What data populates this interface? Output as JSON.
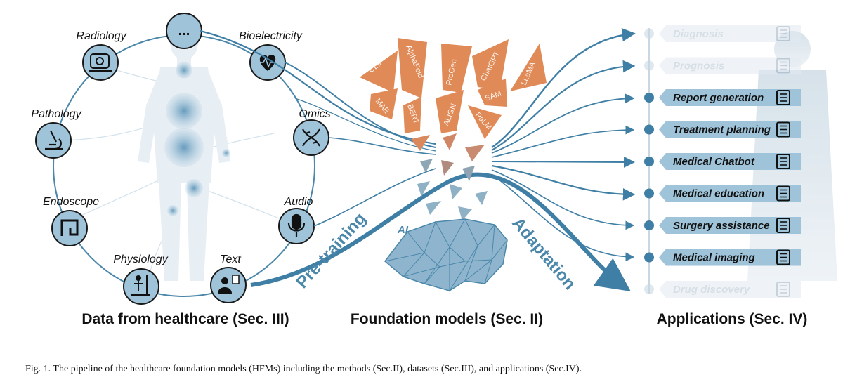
{
  "data_section": {
    "title": "Data from healthcare (Sec. III)",
    "center_node": "...",
    "sources": [
      {
        "label": "Radiology",
        "icon": "ct-scanner-icon"
      },
      {
        "label": "Bioelectricity",
        "icon": "heart-ecg-icon"
      },
      {
        "label": "Pathology",
        "icon": "microscope-icon"
      },
      {
        "label": "Omics",
        "icon": "dna-icon"
      },
      {
        "label": "Endoscope",
        "icon": "intestine-icon"
      },
      {
        "label": "Audio",
        "icon": "microphone-icon"
      },
      {
        "label": "Physiology",
        "icon": "body-measure-icon"
      },
      {
        "label": "Text",
        "icon": "doctor-report-icon"
      }
    ]
  },
  "models_section": {
    "title": "Foundation models (Sec. II)",
    "models": [
      "CLIP",
      "AlphaFold",
      "ProGen",
      "ChatGPT",
      "LLaMA",
      "MAE",
      "BERT",
      "ALIGN",
      "SAM",
      "PaLM"
    ],
    "ai_label": "AI",
    "pretraining_label": "Pre-training",
    "adaptation_label": "Adaptation"
  },
  "apps_section": {
    "title": "Applications (Sec. IV)",
    "items": [
      {
        "label": "Diagnosis",
        "faded": true,
        "icon": "stethoscope-icon"
      },
      {
        "label": "Prognosis",
        "faded": true,
        "icon": "prognosis-chart-icon"
      },
      {
        "label": "Report generation",
        "faded": false,
        "icon": "report-document-icon"
      },
      {
        "label": "Treatment planning",
        "faded": false,
        "icon": "checklist-icon"
      },
      {
        "label": "Medical Chatbot",
        "faded": false,
        "icon": "chat-bubble-icon"
      },
      {
        "label": "Medical education",
        "faded": false,
        "icon": "teacher-board-icon"
      },
      {
        "label": "Surgery assistance",
        "faded": false,
        "icon": "surgeon-icon"
      },
      {
        "label": "Medical imaging",
        "faded": false,
        "icon": "imaging-scanner-icon"
      },
      {
        "label": "Drug discovery",
        "faded": true,
        "icon": "medicine-bottle-icon"
      }
    ]
  },
  "caption": "Fig. 1.  The pipeline of the healthcare foundation models (HFMs) including the methods (Sec.II), datasets (Sec.III), and applications (Sec.IV).",
  "colors": {
    "node_fill": "#9fc3d9",
    "node_stroke": "#1a1a1a",
    "flow": "#3f7fa5",
    "model_orange": "#e08a57",
    "network_fill": "#8fb5ce",
    "app_box": "#9fc3d9",
    "app_box_faded": "#e3ebf2"
  }
}
